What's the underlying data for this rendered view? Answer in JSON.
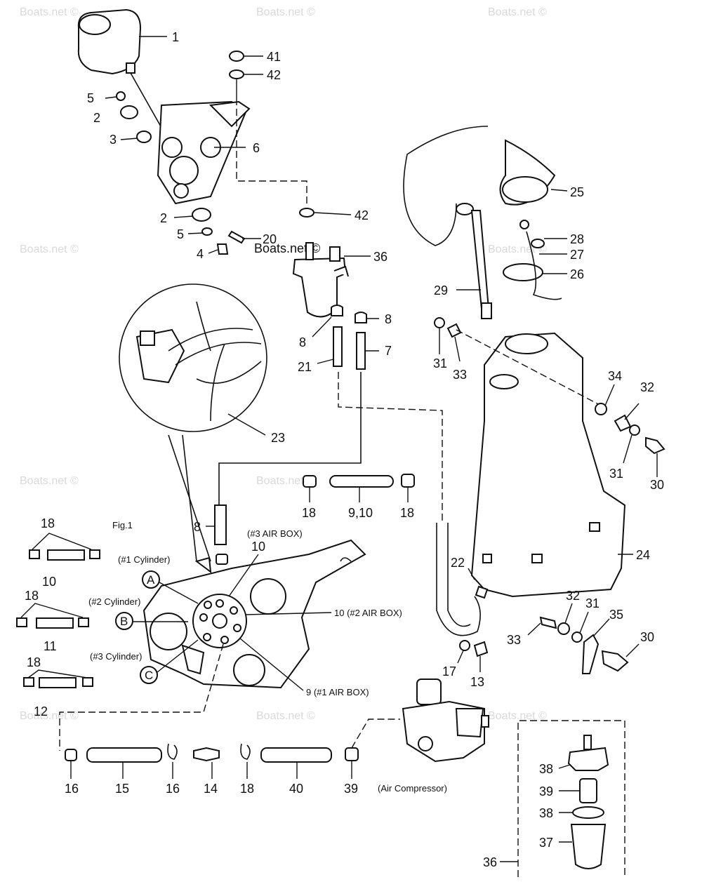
{
  "watermark": "Boats.net ©",
  "figure_label": "Fig.1",
  "captions": {
    "cyl1": "(#1 Cylinder)",
    "cyl2": "(#2 Cylinder)",
    "cyl3": "(#3 Cylinder)",
    "airbox3": "(#3 AIR BOX)",
    "airbox2": "10 (#2 AIR BOX)",
    "airbox1": "9 (#1 AIR BOX)",
    "compressor": "(Air Compressor)"
  },
  "port_letters": [
    "A",
    "B",
    "C"
  ],
  "callouts": [
    "1",
    "2",
    "3",
    "4",
    "5",
    "6",
    "41",
    "42",
    "42",
    "20",
    "36",
    "8",
    "8",
    "7",
    "21",
    "23",
    "25",
    "28",
    "27",
    "26",
    "29",
    "24",
    "31",
    "33",
    "34",
    "32",
    "31",
    "30",
    "18",
    "9,10",
    "18",
    "8",
    "10",
    "18",
    "10",
    "18",
    "11",
    "18",
    "12",
    "22",
    "32",
    "31",
    "35",
    "30",
    "34",
    "31",
    "33",
    "17",
    "13",
    "16",
    "15",
    "16",
    "14",
    "18",
    "40",
    "39",
    "38",
    "37",
    "36",
    "2",
    "5"
  ]
}
